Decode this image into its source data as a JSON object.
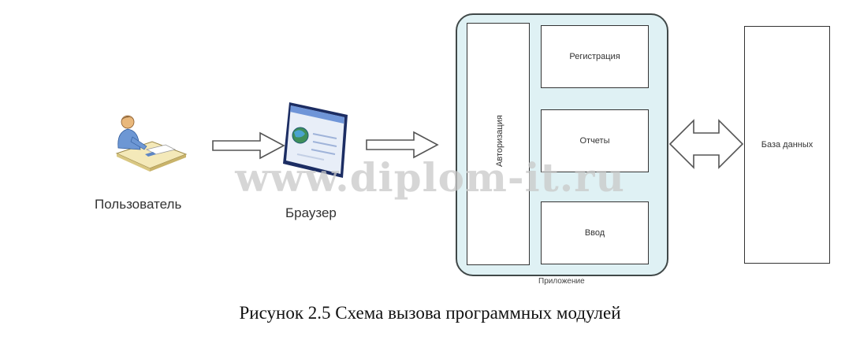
{
  "nodes": {
    "user": {
      "label": "Пользователь",
      "icon": "user-at-desk-icon"
    },
    "browser": {
      "label": "Браузер",
      "icon": "browser-window-icon"
    },
    "application": {
      "label": "Приложение",
      "modules": {
        "authorization": "Авторизация",
        "registration": "Регистрация",
        "reports": "Отчеты",
        "input": "Ввод"
      }
    },
    "database": {
      "label": "База данных"
    }
  },
  "watermark": "www.diplom-it.ru",
  "caption": "Рисунок 2.5 Схема вызова программных модулей",
  "colors": {
    "app_background": "#dff1f4",
    "app_border": "#404848",
    "box_border": "#333333",
    "arrow_stroke": "#555555"
  }
}
